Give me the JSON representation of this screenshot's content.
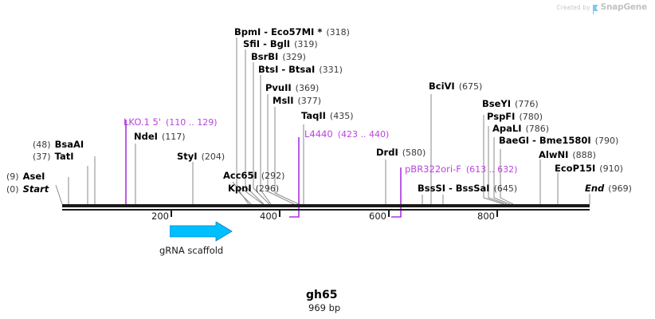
{
  "watermark": {
    "created_by": "Created by",
    "brand": "SnapGene",
    "flag_color": "#7ec8f0"
  },
  "sequence": {
    "name": "gh65",
    "length_label": "969 bp",
    "length": 969,
    "start_label": "Start",
    "start_pos": "(0)",
    "end_label": "End",
    "end_pos": "(969)"
  },
  "ruler": {
    "ticks": [
      {
        "label": "200",
        "value": 200
      },
      {
        "label": "400",
        "value": 400
      },
      {
        "label": "600",
        "value": 600
      },
      {
        "label": "800",
        "value": 800
      }
    ]
  },
  "enzyme_sites": [
    {
      "name": "Start",
      "pos": "(0)",
      "value": 0,
      "italic": true,
      "pos_first": true
    },
    {
      "name": "AseI",
      "pos": "(9)",
      "value": 9,
      "italic": false,
      "pos_first": true
    },
    {
      "name": "TatI",
      "pos": "(37)",
      "value": 37,
      "italic": false,
      "pos_first": true
    },
    {
      "name": "BsaAI",
      "pos": "(48)",
      "value": 48,
      "italic": false,
      "pos_first": true
    },
    {
      "name": "NdeI",
      "pos": "(117)",
      "value": 117,
      "italic": false,
      "pos_first": false
    },
    {
      "name": "StyI",
      "pos": "(204)",
      "value": 204,
      "italic": false,
      "pos_first": false
    },
    {
      "name": "Acc65I",
      "pos": "(292)",
      "value": 292,
      "italic": false,
      "pos_first": false
    },
    {
      "name": "KpnI",
      "pos": "(296)",
      "value": 296,
      "italic": false,
      "pos_first": false
    },
    {
      "name": "BpmI  -  Eco57MI *",
      "pos": "(318)",
      "value": 318,
      "italic": false,
      "pos_first": false
    },
    {
      "name": "SfiI  -  BglI",
      "pos": "(319)",
      "value": 319,
      "italic": false,
      "pos_first": false
    },
    {
      "name": "BsrBI",
      "pos": "(329)",
      "value": 329,
      "italic": false,
      "pos_first": false
    },
    {
      "name": "BtsI  -  BtsaI",
      "pos": "(331)",
      "value": 331,
      "italic": false,
      "pos_first": false
    },
    {
      "name": "PvuII",
      "pos": "(369)",
      "value": 369,
      "italic": false,
      "pos_first": false
    },
    {
      "name": "MslI",
      "pos": "(377)",
      "value": 377,
      "italic": false,
      "pos_first": false
    },
    {
      "name": "TaqII",
      "pos": "(435)",
      "value": 435,
      "italic": false,
      "pos_first": false
    },
    {
      "name": "DrdI",
      "pos": "(580)",
      "value": 580,
      "italic": false,
      "pos_first": false
    },
    {
      "name": "BssSI  -  BssSaI",
      "pos": "(645)",
      "value": 645,
      "italic": false,
      "pos_first": false
    },
    {
      "name": "BciVI",
      "pos": "(675)",
      "value": 675,
      "italic": false,
      "pos_first": false
    },
    {
      "name": "BseYI",
      "pos": "(776)",
      "value": 776,
      "italic": false,
      "pos_first": false
    },
    {
      "name": "PspFI",
      "pos": "(780)",
      "value": 780,
      "italic": false,
      "pos_first": false
    },
    {
      "name": "ApaLI",
      "pos": "(786)",
      "value": 786,
      "italic": false,
      "pos_first": false
    },
    {
      "name": "BaeGI  -  Bme1580I",
      "pos": "(790)",
      "value": 790,
      "italic": false,
      "pos_first": false
    },
    {
      "name": "AlwNI",
      "pos": "(888)",
      "value": 888,
      "italic": false,
      "pos_first": false
    },
    {
      "name": "EcoP15I",
      "pos": "(910)",
      "value": 910,
      "italic": false,
      "pos_first": false
    },
    {
      "name": "End",
      "pos": "(969)",
      "value": 969,
      "italic": true,
      "pos_first": false
    }
  ],
  "features": [
    {
      "name": "LKO.1 5'",
      "range": "(110 .. 129)",
      "start": 110,
      "end": 129,
      "color": "#bb44dd"
    },
    {
      "name": "L4440",
      "range": "(423 .. 440)",
      "start": 423,
      "end": 440,
      "color": "#bb44dd"
    },
    {
      "name": "pBR322ori-F",
      "range": "(613 .. 632)",
      "start": 613,
      "end": 632,
      "color": "#bb44dd"
    }
  ],
  "annotations": [
    {
      "name": "gRNA scaffold",
      "color": "#00bfff",
      "start": 195,
      "end": 400
    }
  ],
  "labels": {
    "bpmi": "BpmI  -  Eco57MI *",
    "sfii": "SfiI  -  BglI",
    "bsrbi": "BsrBI",
    "btsi": "BtsI  -  BtsaI",
    "pvuii": "PvuII",
    "mslI": "MslI",
    "lko": "LKO.1 5'",
    "ndei": "NdeI",
    "styi": "StyI",
    "acc65i": "Acc65I",
    "kpni": "KpnI",
    "taqii": "TaqII",
    "l4440": "L4440",
    "drdi": "DrdI",
    "pbr": "pBR322ori-F",
    "bsssi": "BssSI  -  BssSaI",
    "bcivi": "BciVI",
    "bseyi": "BseYI",
    "pspfi": "PspFI",
    "apali": "ApaLI",
    "baegi": "BaeGI  -  Bme1580I",
    "alwni": "AlwNI",
    "ecop15i": "EcoP15I",
    "bsaai": "BsaAI",
    "tati": "TatI",
    "asei": "AseI",
    "start": "Start",
    "end": "End",
    "grna": "gRNA scaffold"
  },
  "positions": {
    "bpmi": "(318)",
    "sfii": "(319)",
    "bsrbi": "(329)",
    "btsi": "(331)",
    "pvuii": "(369)",
    "mslI": "(377)",
    "lko": "(110 .. 129)",
    "ndei": "(117)",
    "styi": "(204)",
    "acc65i": "(292)",
    "kpni": "(296)",
    "taqii": "(435)",
    "l4440": "(423 .. 440)",
    "drdi": "(580)",
    "pbr": "(613 .. 632)",
    "bsssi": "(645)",
    "bcivi": "(675)",
    "bseyi": "(776)",
    "pspfi": "(780)",
    "apali": "(786)",
    "baegi": "(790)",
    "alwni": "(888)",
    "ecop15i": "(910)",
    "bsaai": "(48)",
    "tati": "(37)",
    "asei": "(9)",
    "start": "(0)",
    "end": "(969)"
  }
}
